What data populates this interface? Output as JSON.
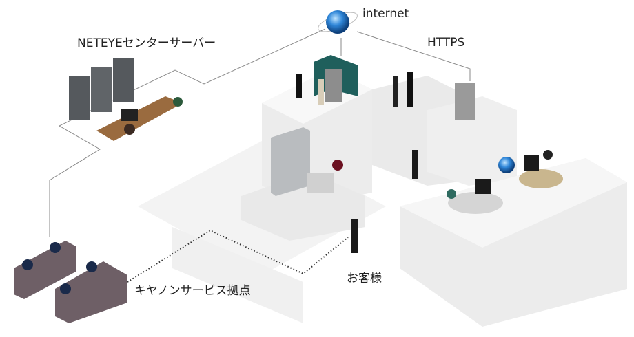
{
  "labels": {
    "internet": "internet",
    "https": "HTTPS",
    "center_server": "NETEYEセンターサーバー",
    "service_base": "キヤノンサービス拠点",
    "customer": "お客様"
  },
  "colors": {
    "globe": "#2f86d8",
    "line": "#8a8a8a",
    "teal_partition": "#1f5f5c",
    "booth": "#6e5f66",
    "desk": "#9a6b3f",
    "server": "#5a5e62",
    "floor": "#f2f2f2"
  }
}
